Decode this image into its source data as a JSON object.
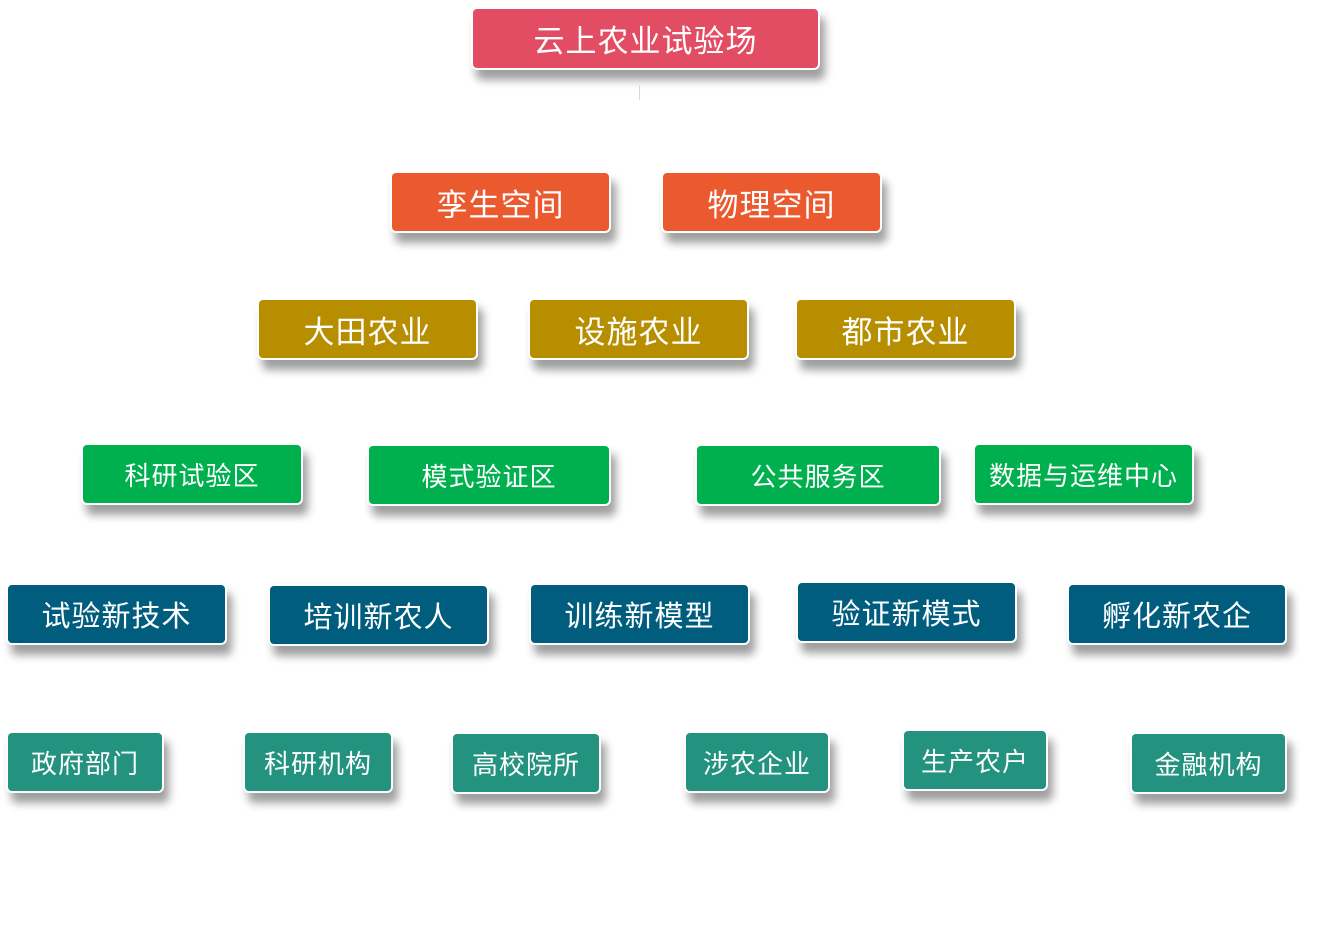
{
  "colors": {
    "level0": "#e34d63",
    "level1": "#eb5a2e",
    "level2": "#b78e00",
    "level3": "#00b04f",
    "level4": "#005d7e",
    "level5": "#23927f",
    "text": "#ffffff"
  },
  "root": "云上农业试验场",
  "spaces": [
    "孪生空间",
    "物理空间"
  ],
  "agriculture_types": [
    "大田农业",
    "设施农业",
    "都市农业"
  ],
  "zones": [
    "科研试验区",
    "模式验证区",
    "公共服务区",
    "数据与运维中心"
  ],
  "functions": [
    "试验新技术",
    "培训新农人",
    "训练新模型",
    "验证新模式",
    "孵化新农企"
  ],
  "stakeholders": [
    "政府部门",
    "科研机构",
    "高校院所",
    "涉农企业",
    "生产农户",
    "金融机构"
  ]
}
